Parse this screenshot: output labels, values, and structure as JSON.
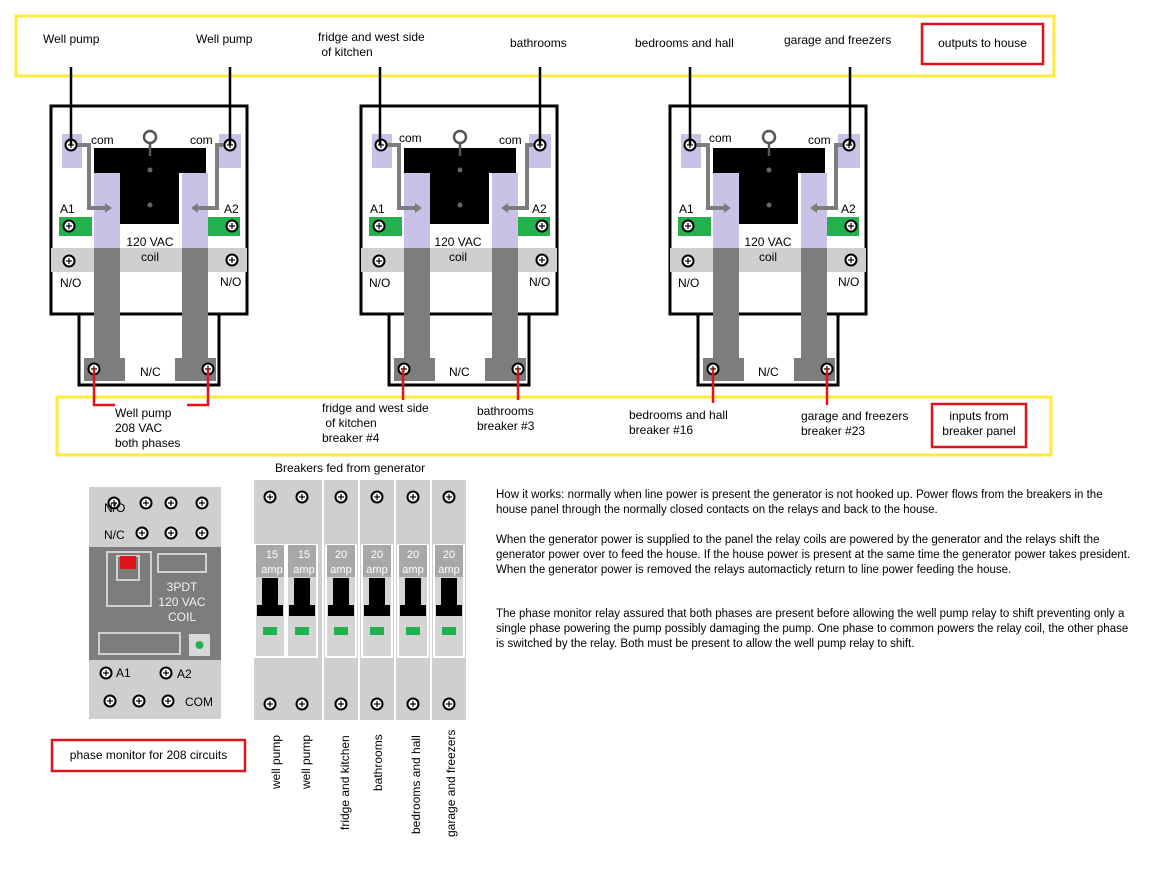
{
  "outputs": {
    "labels": [
      "Well pump",
      "Well pump",
      "fridge and west side\n of kitchen",
      "bathrooms",
      "bedrooms and hall",
      "garage and freezers"
    ],
    "box_label": "outputs to house"
  },
  "inputs": {
    "labels": [
      "Well pump\n208 VAC\nboth phases",
      "fridge and west side\n of kitchen\nbreaker #4",
      "bathrooms\nbreaker #3",
      "bedrooms and hall\nbreaker #16",
      "garage and freezers\nbreaker #23"
    ],
    "box_label": "inputs from\nbreaker panel"
  },
  "relay": {
    "com": "com",
    "a1": "A1",
    "a2": "A2",
    "coil": "120 VAC\ncoil",
    "no": "N/O",
    "nc": "N/C"
  },
  "phase_monitor": {
    "no": "N/O",
    "nc": "N/C",
    "spec": "3PDT\n120 VAC\nCOIL",
    "a1": "A1",
    "a2": "A2",
    "com": "COM",
    "label": "phase monitor for 208 circuits"
  },
  "breakers": {
    "title": "Breakers fed from generator",
    "unit": "amp",
    "items": [
      {
        "rating": "15",
        "name": "well pump"
      },
      {
        "rating": "15",
        "name": "well pump"
      },
      {
        "rating": "20",
        "name": "fridge and kitchen"
      },
      {
        "rating": "20",
        "name": "bathrooms"
      },
      {
        "rating": "20",
        "name": "bedrooms and hall"
      },
      {
        "rating": "20",
        "name": "garage and freezers"
      }
    ]
  },
  "description": [
    "How it works: normally when line power is present the generator is not hooked up. Power flows from the breakers in the house panel through the normally closed contacts on the relays and back to the house.",
    "When the generator power is supplied to the panel the relay coils are powered by the generator and the relays shift the generator power over to feed the house. If the house power is present at the same time the generator power takes president. When the generator power is removed the relays automacticly return to line power feeding the house.",
    "The phase monitor relay assured that both phases are present before allowing the well pump relay to shift preventing only a single phase powering the pump possibly damaging the pump. One phase to common powers the relay coil, the other phase is switched by the relay. Both must be present to allow the well pump relay to shift."
  ],
  "colors": {
    "yellow": "#ffeb3b",
    "red": "#e0121e",
    "lavender": "#c9c2e6",
    "gray": "#7d7d7d",
    "light_gray": "#cfcfcf",
    "green": "#22b14c"
  }
}
